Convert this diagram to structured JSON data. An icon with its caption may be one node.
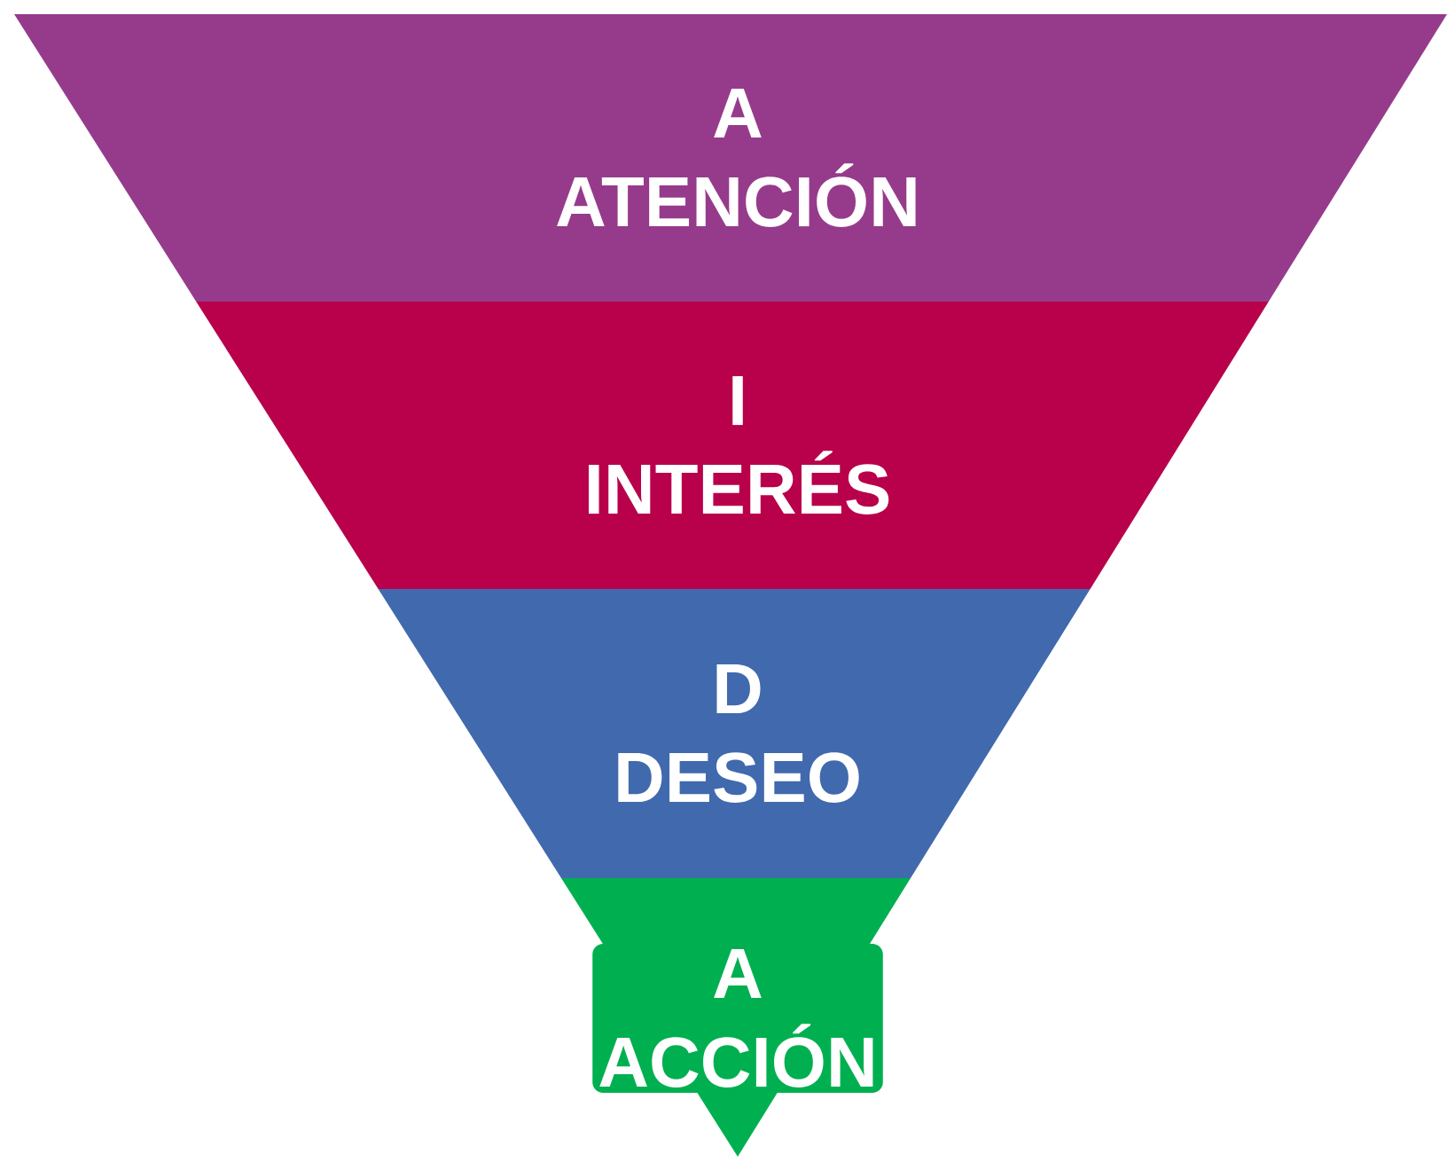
{
  "diagram": {
    "nodes": [
      {
        "text": [
          "A",
          "ATENCIÓN"
        ]
      },
      {
        "text": [
          "I",
          "INTERÉS"
        ]
      },
      {
        "text": [
          "D",
          "DESEO"
        ]
      },
      {
        "text": [
          "A",
          "ACCIÓN"
        ]
      }
    ]
  }
}
